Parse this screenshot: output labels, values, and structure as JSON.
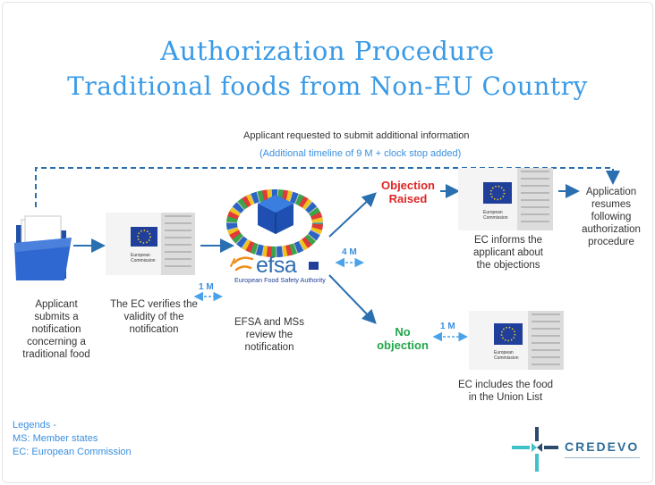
{
  "title": {
    "line1": "Authorization Procedure",
    "line2": "Traditional foods from Non-EU Country"
  },
  "top_note": {
    "line1": "Applicant requested to submit additional information",
    "line2": "(Additional timeline of 9 M + clock stop added)"
  },
  "steps": {
    "applicant": "Applicant submits a notification concerning a traditional food",
    "ec_verifies": "The EC verifies the validity of the notification",
    "efsa_review": "EFSA and MSs review the notification",
    "ec_informs": "EC informs the applicant about the objections",
    "application_resumes": "Application resumes following authorization procedure",
    "ec_includes": "EC includes the food in the Union List"
  },
  "outcomes": {
    "objection_line1": "Objection",
    "objection_line2": "Raised",
    "no_objection_line1": "No",
    "no_objection_line2": "objection"
  },
  "durations": {
    "efsa": "1 M",
    "review": "4 M",
    "inclusion": "1 M"
  },
  "ec_card": {
    "line1": "European",
    "line2": "Commission"
  },
  "efsa_logo": {
    "wordmark": "efsa",
    "subtitle": "European Food Safety Authority"
  },
  "legend": {
    "heading": "Legends -",
    "ms": "MS: Member states",
    "ec": "EC: European Commission"
  },
  "brand": {
    "name": "CREDEVO"
  },
  "colors": {
    "title": "#3a9ae6",
    "arrow": "#2a6fb0",
    "objection": "#e02626",
    "no_objection": "#1fa64a",
    "duration": "#3a8fe0"
  },
  "icons": [
    "folder-icon",
    "eu-flag-icon",
    "efsa-globe-icon",
    "credevo-logo-icon"
  ]
}
